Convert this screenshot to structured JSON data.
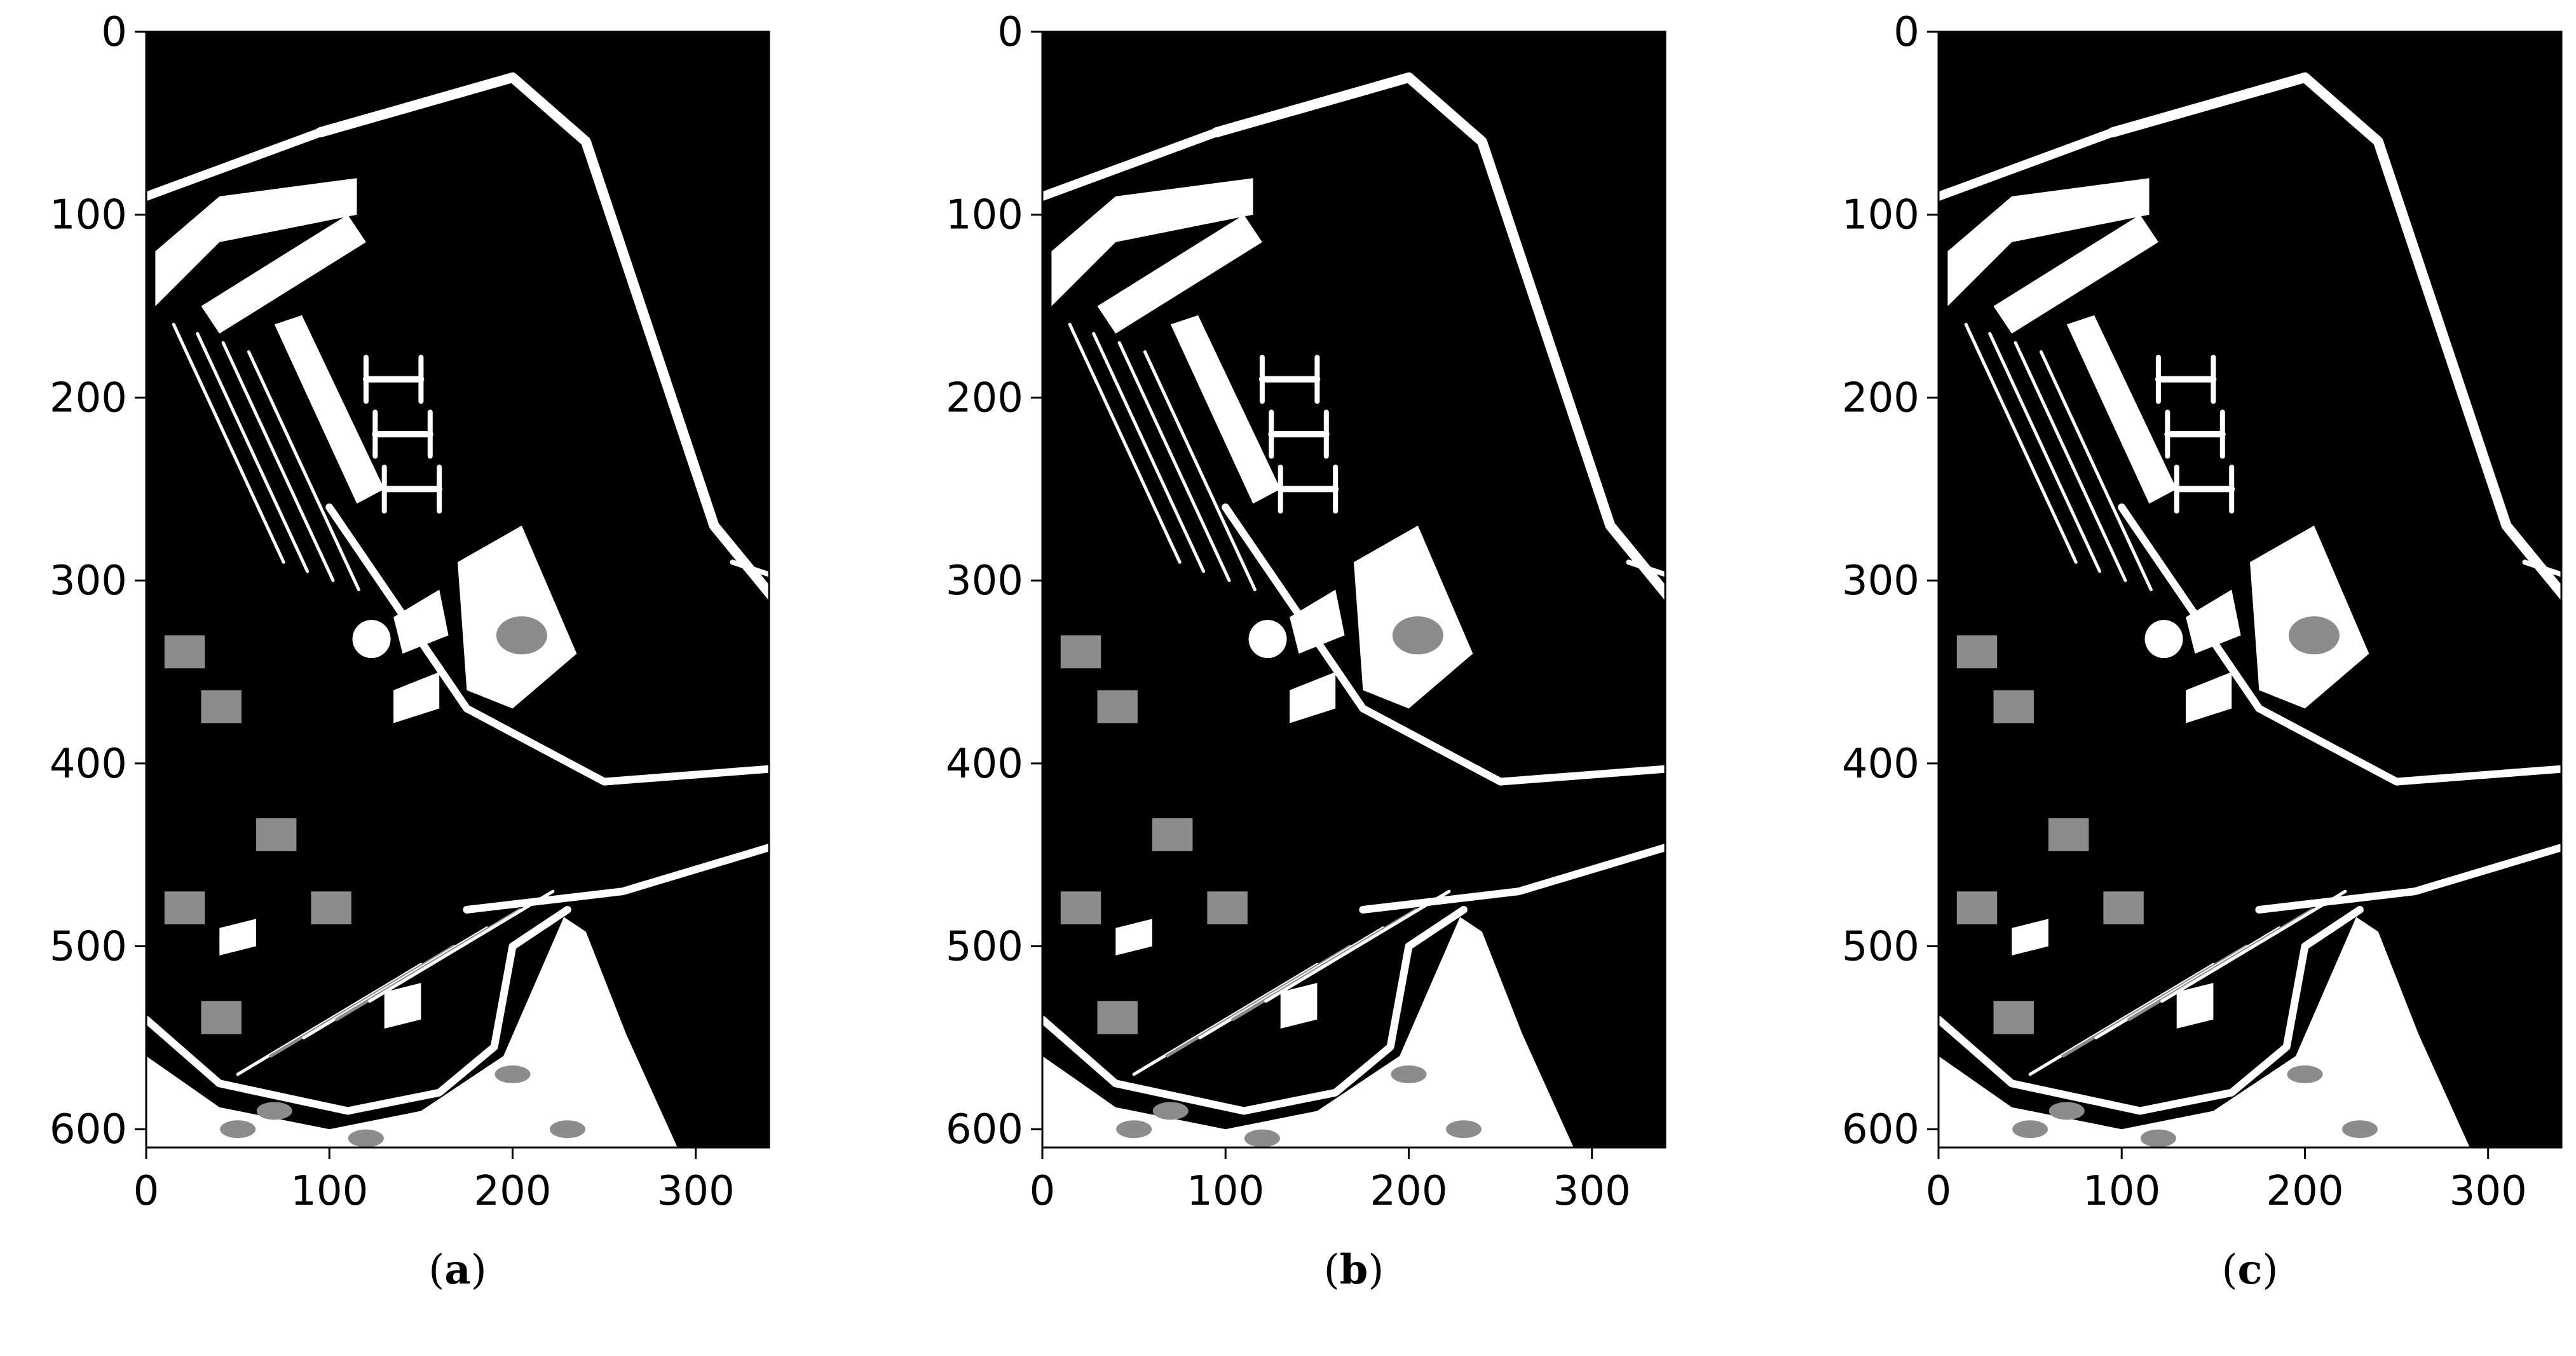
{
  "palette": {
    "background": "#000000",
    "class_gray": "#8c8c8c",
    "class_white": "#ffffff",
    "axis": "#000000"
  },
  "chart_data": [
    {
      "type": "heatmap",
      "panel_label": "a",
      "x_ticks": [
        0,
        100,
        200,
        300
      ],
      "y_ticks": [
        0,
        100,
        200,
        300,
        400,
        500,
        600
      ],
      "xlim": [
        0,
        340
      ],
      "ylim": [
        610,
        0
      ],
      "grid": false,
      "colors": [
        "#000000",
        "#8c8c8c",
        "#ffffff"
      ]
    },
    {
      "type": "heatmap",
      "panel_label": "b",
      "x_ticks": [
        0,
        100,
        200,
        300
      ],
      "y_ticks": [
        0,
        100,
        200,
        300,
        400,
        500,
        600
      ],
      "xlim": [
        0,
        340
      ],
      "ylim": [
        610,
        0
      ],
      "grid": false,
      "colors": [
        "#000000",
        "#8c8c8c",
        "#ffffff"
      ]
    },
    {
      "type": "heatmap",
      "panel_label": "c",
      "x_ticks": [
        0,
        100,
        200,
        300
      ],
      "y_ticks": [
        0,
        100,
        200,
        300,
        400,
        500,
        600
      ],
      "xlim": [
        0,
        340
      ],
      "ylim": [
        610,
        0
      ],
      "grid": false,
      "colors": [
        "#000000",
        "#8c8c8c",
        "#ffffff"
      ]
    }
  ]
}
